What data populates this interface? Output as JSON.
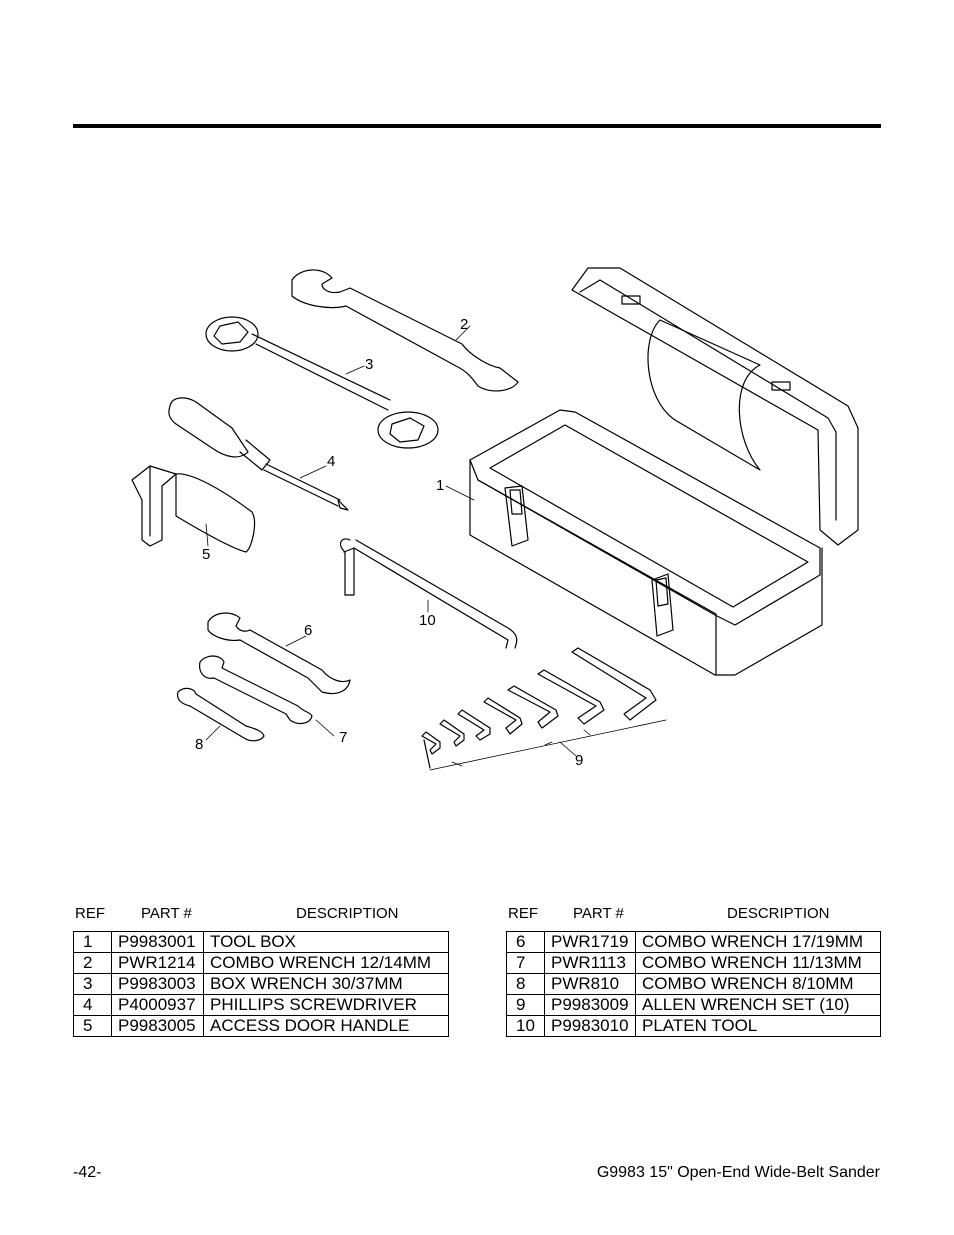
{
  "callouts": [
    "1",
    "2",
    "3",
    "4",
    "5",
    "6",
    "7",
    "8",
    "9",
    "10"
  ],
  "table_headers": {
    "ref": "REF",
    "part": "PART #",
    "description": "DESCRIPTION"
  },
  "parts_left": [
    {
      "ref": "1",
      "part": "P9983001",
      "description": "TOOL BOX"
    },
    {
      "ref": "2",
      "part": "PWR1214",
      "description": "COMBO WRENCH 12/14MM"
    },
    {
      "ref": "3",
      "part": "P9983003",
      "description": "BOX WRENCH 30/37MM"
    },
    {
      "ref": "4",
      "part": "P4000937",
      "description": "PHILLIPS SCREWDRIVER"
    },
    {
      "ref": "5",
      "part": "P9983005",
      "description": "ACCESS DOOR HANDLE"
    }
  ],
  "parts_right": [
    {
      "ref": "6",
      "part": "PWR1719",
      "description": "COMBO WRENCH 17/19MM"
    },
    {
      "ref": "7",
      "part": "PWR1113",
      "description": "COMBO WRENCH 11/13MM"
    },
    {
      "ref": "8",
      "part": "PWR810",
      "description": "COMBO WRENCH 8/10MM"
    },
    {
      "ref": "9",
      "part": "P9983009",
      "description": "ALLEN WRENCH SET (10)"
    },
    {
      "ref": "10",
      "part": "P9983010",
      "description": "PLATEN TOOL"
    }
  ],
  "footer": {
    "page": "-42-",
    "title": "G9983 15\" Open-End Wide-Belt Sander"
  }
}
